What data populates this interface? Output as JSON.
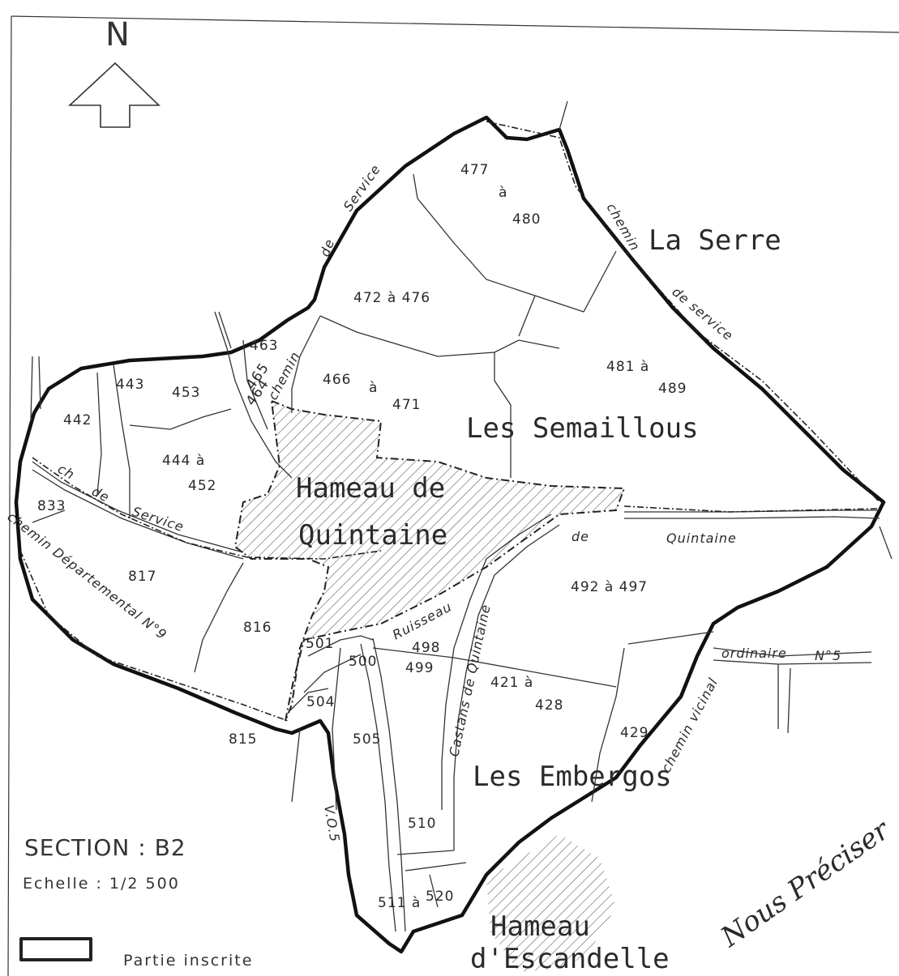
{
  "north_label": "N",
  "section_label": "SECTION : B2",
  "scale_label": "Echelle : 1/2 500",
  "legend_label": "Partie inscrite",
  "signature": "Nous Préciser",
  "places": {
    "la_serre": "La Serre",
    "les_semaillous": "Les Semaillous",
    "hameau_quintaine_1": "Hameau de",
    "hameau_quintaine_2": "Quintaine",
    "les_embergos": "Les Embergos",
    "hameau_escandelle_1": "Hameau",
    "hameau_escandelle_2": "d'Escandelle"
  },
  "roads": {
    "de_service_top_1": "de",
    "de_service_top_2": "Service",
    "chemin_right": "chemin",
    "de_service_right": "de service",
    "ch_de_service_left_1": "ch",
    "ch_de_service_left_2": "de",
    "ch_de_service_left_3": "Service",
    "chemin_dep": "chemin Départemental N°9",
    "de_quintaine_1": "de",
    "de_quintaine_2": "Quintaine",
    "ruisseau": "Ruisseau",
    "castans": "Castans de Quintaine",
    "ordinaire": "ordinaire",
    "no5": "N°5",
    "chemin_vicinal": "chemin vicinal",
    "vo5": "V.O.5",
    "chemin_small": "chemin"
  },
  "parcels": {
    "p477": "477",
    "pa1": "à",
    "p480": "480",
    "p472": "472 à 476",
    "p481": "481 à",
    "p489": "489",
    "p463": "463",
    "p465": "465",
    "p464": "464",
    "p466": "466",
    "pa2": "à",
    "p471": "471",
    "p443": "443",
    "p453": "453",
    "p442": "442",
    "p444": "444 à",
    "p452": "452",
    "p833": "833",
    "p817": "817",
    "p816": "816",
    "p492": "492 à 497",
    "p501": "501",
    "p500": "500",
    "p498": "498",
    "p499": "499",
    "p421": "421 à",
    "p428": "428",
    "p504": "504",
    "p815": "815",
    "p505": "505",
    "p429": "429",
    "p510": "510",
    "p511": "511 à",
    "p520": "520"
  }
}
